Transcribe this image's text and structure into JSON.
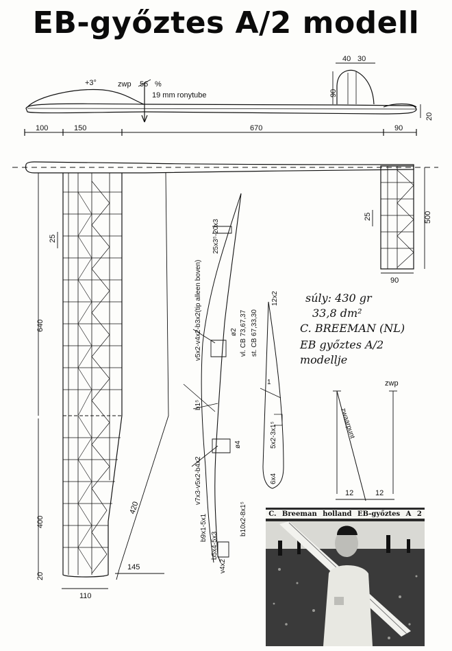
{
  "title": "EB-győztes A/2 modell",
  "side_view": {
    "incidence": "+3°",
    "zwp_label": "zwp",
    "zwp_old": "56",
    "zwp_unit": "%",
    "tube_note": "19 mm ronytube",
    "dims_bottom": [
      "100",
      "150",
      "670",
      "90"
    ],
    "fin_dims_top": [
      "40",
      "30"
    ],
    "fin_height": "90",
    "tail_height": "20"
  },
  "top_view": {
    "wing_span_inner": "640",
    "wing_span_outer": "400",
    "wing_tip_chord": "110",
    "wing_tip_height": "20",
    "rib_spacing": "25",
    "dihedral_offset": "145",
    "dihedral_height": "420",
    "stab_span": "500",
    "stab_chord": "90",
    "stab_rib_spacing": "25"
  },
  "spar_notes": {
    "main_spar": "v5x2-v4x2-b3x2(tip alleen boven)",
    "upper_spar": "25x3⁵-20x3",
    "pin": "ø2",
    "le_rear": "vl. CB 73,67,37",
    "le_stab": "st. CB 67,33,30",
    "stab_spar": "12x2",
    "rib_b": "b1⁵",
    "root_spar": "v7x3-v5x2-b4x2",
    "dowel": "ø4",
    "stab_le": "5x2-3x1⁵",
    "stab_te": "6x4",
    "stab_tip": "1",
    "bottom1": "b10x2-8x1⁵",
    "bottom2": "b9x1-5x1",
    "bottom3": "b5x4-5x3",
    "bottom4": "v4x2"
  },
  "handwritten": {
    "weight": "súly: 430 gr",
    "area": "33,8 dm²",
    "designer": "C. BREEMAN (NL)",
    "desc_line1": "EB győztes A/2",
    "desc_line2": "modellje"
  },
  "cg_diagram": {
    "zwp": "zwp",
    "label": "zwaarpunt",
    "left": "12",
    "right": "12"
  },
  "photo": {
    "caption": "C. Breeman holland EB-győztes A 2"
  }
}
